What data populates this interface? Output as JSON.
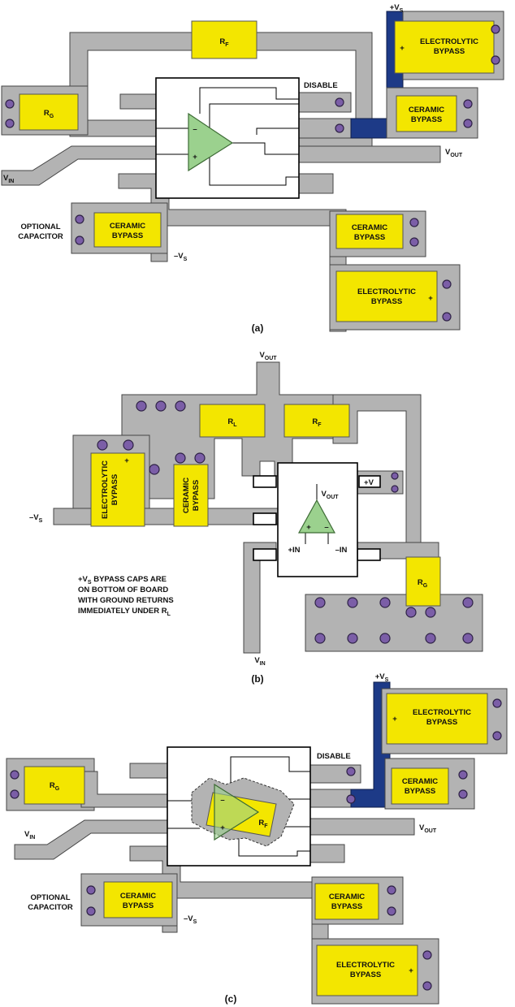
{
  "colors": {
    "trace": "#b3b3b3",
    "component": "#f3e600",
    "via": "#7b5ea7",
    "positive_supply_trace": "#1d3a87",
    "amplifier": "#9bd18e"
  },
  "panel_a": {
    "caption": "(a)",
    "rf": {
      "main": "R",
      "sub": "F"
    },
    "rg": {
      "main": "R",
      "sub": "G"
    },
    "vin": {
      "main": "V",
      "sub": "IN"
    },
    "vout": {
      "main": "V",
      "sub": "OUT"
    },
    "vs_pos": {
      "main": "+V",
      "sub": "S"
    },
    "vs_neg": {
      "main": "–V",
      "sub": "S"
    },
    "disable": "DISABLE",
    "optional": "OPTIONAL",
    "capacitor": "CAPACITOR",
    "electrolytic_top_1": "ELECTROLYTIC",
    "electrolytic_top_2": "BYPASS",
    "ceramic_top_1": "CERAMIC",
    "ceramic_top_2": "BYPASS",
    "ceramic_left_1": "CERAMIC",
    "ceramic_left_2": "BYPASS",
    "ceramic_bottom_1": "CERAMIC",
    "ceramic_bottom_2": "BYPASS",
    "electrolytic_bottom_1": "ELECTROLYTIC",
    "electrolytic_bottom_2": "BYPASS",
    "plus": "+",
    "minus": "–"
  },
  "panel_b": {
    "caption": "(b)",
    "vout_top": {
      "main": "V",
      "sub": "OUT"
    },
    "vout_amp": {
      "main": "V",
      "sub": "OUT"
    },
    "rl": {
      "main": "R",
      "sub": "L"
    },
    "rf": {
      "main": "R",
      "sub": "F"
    },
    "rg": {
      "main": "R",
      "sub": "G"
    },
    "vin": {
      "main": "V",
      "sub": "IN"
    },
    "vs_neg": {
      "main": "–V",
      "sub": "S"
    },
    "plus_v": "+V",
    "plus_in": "+IN",
    "minus_in": "–IN",
    "electrolytic_1": "ELECTROLYTIC",
    "electrolytic_2": "BYPASS",
    "ceramic_1": "CERAMIC",
    "ceramic_2": "BYPASS",
    "note_line1_a": "+V",
    "note_line1_sub": "S",
    "note_line1_b": " BYPASS CAPS ARE",
    "note_line2": "ON BOTTOM OF BOARD",
    "note_line3": "WITH GROUND RETURNS",
    "note_line4_a": "IMMEDIATELY UNDER R",
    "note_line4_sub": "L",
    "plus": "+",
    "minus": "–"
  },
  "panel_c": {
    "caption": "(c)",
    "rf": {
      "main": "R",
      "sub": "F"
    },
    "rg": {
      "main": "R",
      "sub": "G"
    },
    "vin": {
      "main": "V",
      "sub": "IN"
    },
    "vout": {
      "main": "V",
      "sub": "OUT"
    },
    "vs_pos": {
      "main": "+V",
      "sub": "S"
    },
    "vs_neg": {
      "main": "–V",
      "sub": "S"
    },
    "disable": "DISABLE",
    "optional": "OPTIONAL",
    "capacitor": "CAPACITOR",
    "electrolytic_top_1": "ELECTROLYTIC",
    "electrolytic_top_2": "BYPASS",
    "ceramic_top_1": "CERAMIC",
    "ceramic_top_2": "BYPASS",
    "ceramic_left_1": "CERAMIC",
    "ceramic_left_2": "BYPASS",
    "ceramic_bottom_1": "CERAMIC",
    "ceramic_bottom_2": "BYPASS",
    "electrolytic_bottom_1": "ELECTROLYTIC",
    "electrolytic_bottom_2": "BYPASS",
    "plus": "+",
    "minus": "–"
  }
}
